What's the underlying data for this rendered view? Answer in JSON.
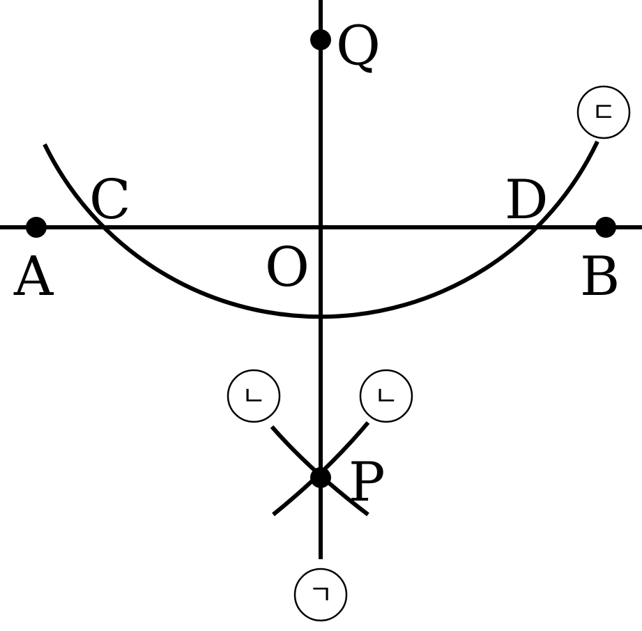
{
  "points": {
    "A": "A",
    "B": "B",
    "C": "C",
    "D": "D",
    "O": "O",
    "P": "P",
    "Q": "Q"
  },
  "steps": {
    "step1": "ㄱ",
    "step2_left": "ㄴ",
    "step2_right": "ㄴ",
    "step3": "ㄷ"
  },
  "colors": {
    "stroke": "#000000",
    "background": "#ffffff"
  }
}
